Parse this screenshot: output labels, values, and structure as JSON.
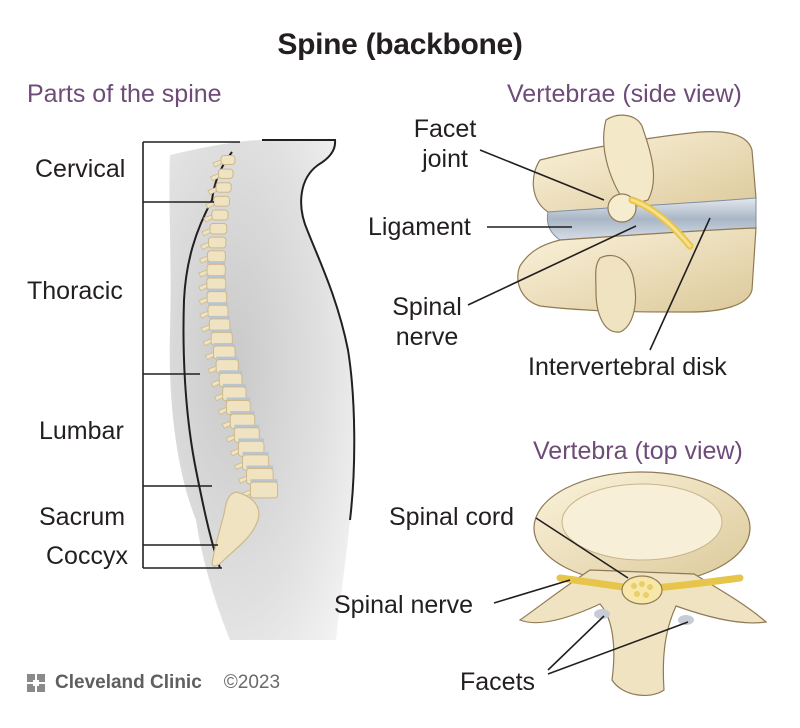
{
  "title": "Spine (backbone)",
  "sections": {
    "parts": "Parts of the spine",
    "side_view": "Vertebrae (side view)",
    "top_view": "Vertebra (top view)"
  },
  "regions": {
    "cervical": "Cervical",
    "thoracic": "Thoracic",
    "lumbar": "Lumbar",
    "sacrum": "Sacrum",
    "coccyx": "Coccyx"
  },
  "side_labels": {
    "facet_joint_line1": "Facet",
    "facet_joint_line2": "joint",
    "ligament": "Ligament",
    "spinal_nerve_line1": "Spinal",
    "spinal_nerve_line2": "nerve",
    "intervertebral_disk": "Intervertebral disk"
  },
  "top_labels": {
    "spinal_cord": "Spinal cord",
    "spinal_nerve": "Spinal nerve",
    "facets": "Facets"
  },
  "brand": {
    "name": "Cleveland Clinic",
    "copyright": "©2023",
    "icon": "cleveland-clinic-logo-icon"
  },
  "colors": {
    "section_heading": "#6e4c78",
    "bone": "#efe3c2",
    "bone_shadow": "#cdb98a",
    "disk": "#b9c4d2",
    "nerve": "#f1d35f",
    "body_silhouette": "#dcdcdc"
  }
}
